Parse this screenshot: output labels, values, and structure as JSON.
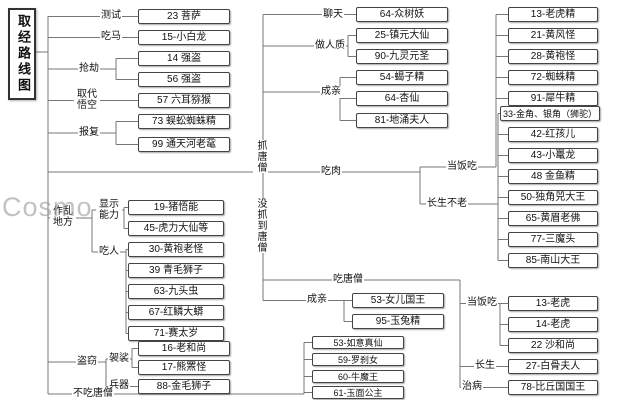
{
  "page": {
    "title": "取经路线图",
    "watermark": "Cosmo"
  },
  "tree": {
    "branches": [
      {
        "label": "测试",
        "children": [
          "23 菩萨"
        ]
      },
      {
        "label": "吃马",
        "children": [
          "15-小白龙"
        ]
      },
      {
        "label": "抢劫",
        "children": [
          "14 强盗",
          "56 强盗"
        ]
      },
      {
        "label": "取代悟空",
        "children": [
          "57 六耳猕猴"
        ]
      },
      {
        "label": "报复",
        "children": [
          "73 蜈蚣蜘蛛精",
          "99 通天河老鼋"
        ]
      },
      {
        "label": "抓唐僧",
        "groups": [
          {
            "label": "聊天",
            "children": [
              "64-众树妖"
            ]
          },
          {
            "label": "做人质",
            "children": [
              "25-镇元大仙",
              "90-九灵元圣"
            ]
          },
          {
            "label": "成亲",
            "children": [
              "54-蝎子精",
              "64-杏仙",
              "81-地涌夫人"
            ]
          },
          {
            "label": "吃肉",
            "groups": [
              {
                "label": "当饭吃",
                "children": [
                  "13-老虎精",
                  "21-黄风怪",
                  "28-黄袍怪",
                  "72-蜘蛛精",
                  "91-犀牛精"
                ]
              },
              {
                "label": "长生不老",
                "children": [
                  "33-金角、银角（狮驼）",
                  "42-红孩儿",
                  "43-小鼍龙",
                  "48 金鱼精",
                  "50-独角兕大王",
                  "65-黄眉老佛",
                  "77-三魔头",
                  "85-南山大王"
                ]
              }
            ]
          }
        ]
      },
      {
        "label": "没抓到唐僧",
        "groups": [
          {
            "label": "成亲",
            "children": [
              "53-女儿国王",
              "95-玉兔精"
            ]
          },
          {
            "label": "吃唐僧",
            "groups": [
              {
                "label": "当饭吃",
                "children": [
                  "13-老虎",
                  "14-老虎",
                  "22 沙和尚"
                ]
              },
              {
                "label": "长生",
                "children": [
                  "27-白骨夫人"
                ]
              },
              {
                "label": "治病",
                "children": [
                  "78-比丘国国王"
                ]
              }
            ]
          }
        ]
      },
      {
        "label": "作乱地方",
        "groups": [
          {
            "label": "显示能力",
            "children": [
              "19-猪悟能",
              "45-虎力大仙等"
            ]
          },
          {
            "label": "吃人",
            "children": [
              "30-黄袍老怪",
              "39 青毛狮子",
              "63-九头虫",
              "67-红鳞大蟒",
              "71-赛太岁"
            ]
          }
        ]
      },
      {
        "label": "盗窃",
        "groups": [
          {
            "label": "袈裟",
            "children": [
              "16-老和尚",
              "17-熊罴怪"
            ]
          },
          {
            "label": "兵器",
            "children": [
              "88-金毛狮子"
            ]
          }
        ]
      },
      {
        "label": "不吃唐僧",
        "children": [
          "53-如意真仙",
          "59-罗刹女",
          "60-牛魔王",
          "61-玉面公主"
        ]
      }
    ]
  }
}
